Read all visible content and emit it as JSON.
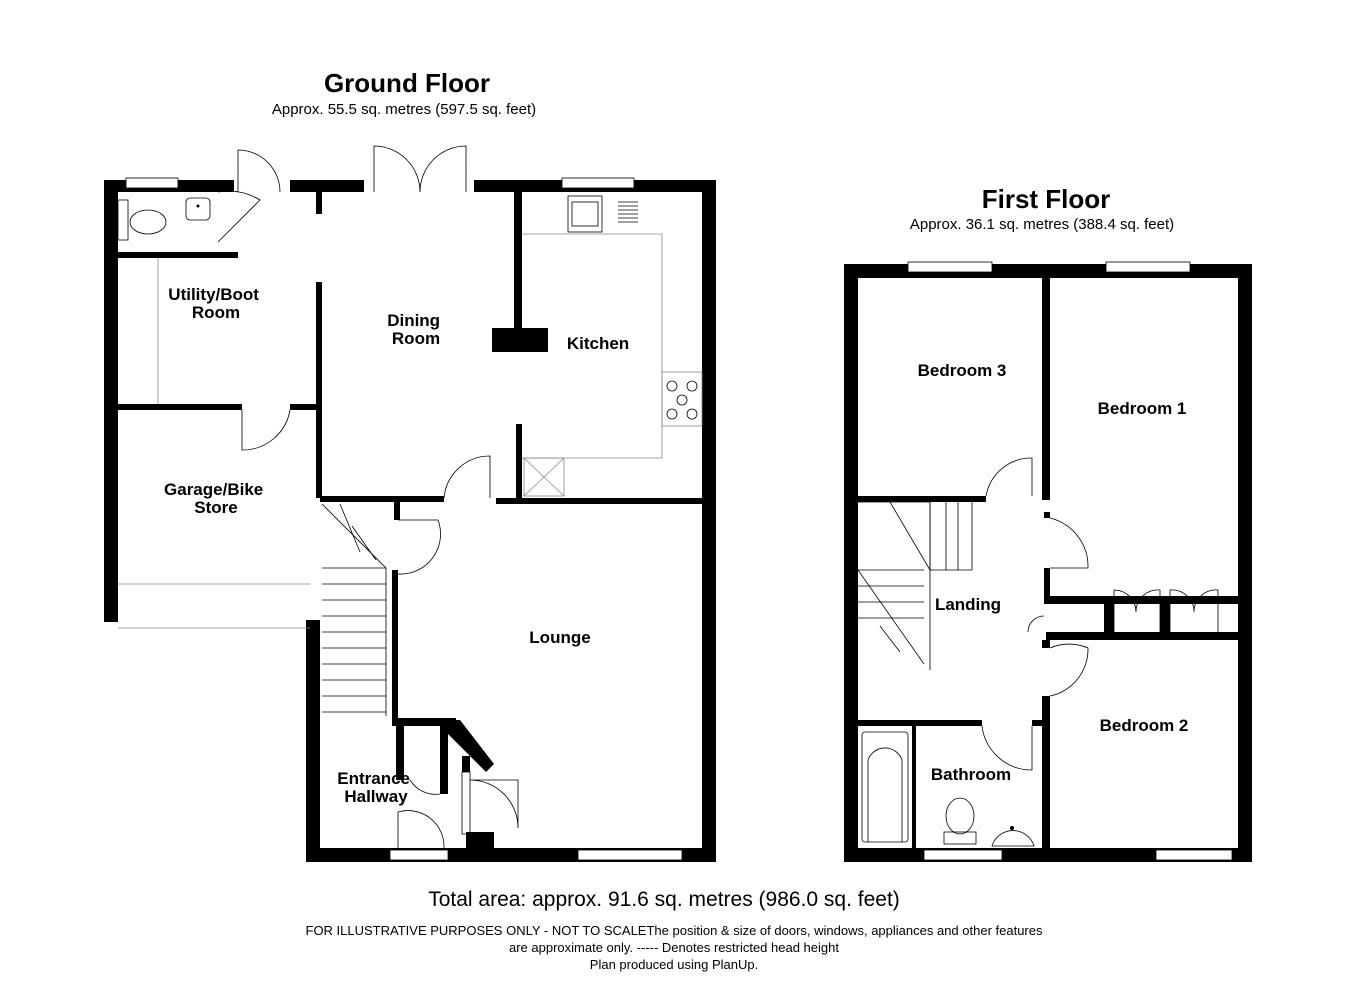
{
  "ground_floor": {
    "title": "Ground Floor",
    "area": "Approx. 55.5 sq. metres (597.5 sq. feet)",
    "rooms": {
      "utility": [
        "Utility/Boot",
        "Room"
      ],
      "dining": [
        "Dining",
        "Room"
      ],
      "kitchen": [
        "Kitchen"
      ],
      "garage": [
        "Garage/Bike",
        "Store"
      ],
      "lounge": [
        "Lounge"
      ],
      "hallway": [
        "Entrance",
        "Hallway"
      ]
    }
  },
  "first_floor": {
    "title": "First Floor",
    "area": "Approx. 36.1 sq. metres (388.4 sq. feet)",
    "rooms": {
      "bedroom3": [
        "Bedroom 3"
      ],
      "bedroom1": [
        "Bedroom 1"
      ],
      "landing": [
        "Landing"
      ],
      "bedroom2": [
        "Bedroom 2"
      ],
      "bathroom": [
        "Bathroom"
      ]
    }
  },
  "footer": {
    "total": "Total area: approx. 91.6 sq. metres (986.0 sq. feet)",
    "disclaimer_1": "FOR ILLUSTRATIVE PURPOSES ONLY - NOT TO SCALEThe position & size of doors, windows, appliances and other features",
    "disclaimer_2": "are approximate only. ----- Denotes restricted head height",
    "disclaimer_3": "Plan produced using PlanUp."
  }
}
